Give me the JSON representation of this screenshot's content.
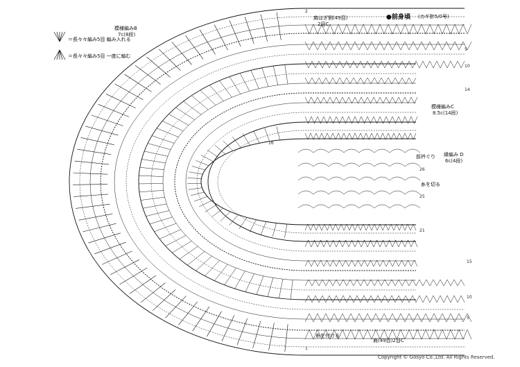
{
  "title": "●前身頃",
  "hook": "(カギ針5/0号)",
  "legend": {
    "item1": "＝長々々編み5目 編み入れる",
    "item2": "＝長々々編み5目 一度に編む"
  },
  "labels": {
    "pattern_b": "模様編みB",
    "pattern_b_count": "7c(8段)",
    "shoulder": "肩はぎ側(49目)",
    "shoulder2": "2目C",
    "pattern_c": "模様編みC",
    "pattern_c_count": "8.5c(14段)",
    "neckline": "前衿ぐり",
    "pattern_d": "縁編み D",
    "pattern_d_count": "6c(4段)",
    "cut_thread": "糸を切る",
    "attach_thread": "糸を付ける",
    "bottom_shoulder": "肩(49目)2目C",
    "copyright": "Copyright © Gosyo Co.,Ltd. All Rights Reserved."
  },
  "row_numbers": [
    "2",
    "5",
    "10",
    "14",
    "16",
    "26",
    "25",
    "21",
    "15",
    "10",
    "5",
    "1"
  ],
  "colors": {
    "ink": "#111111",
    "background": "#ffffff"
  }
}
